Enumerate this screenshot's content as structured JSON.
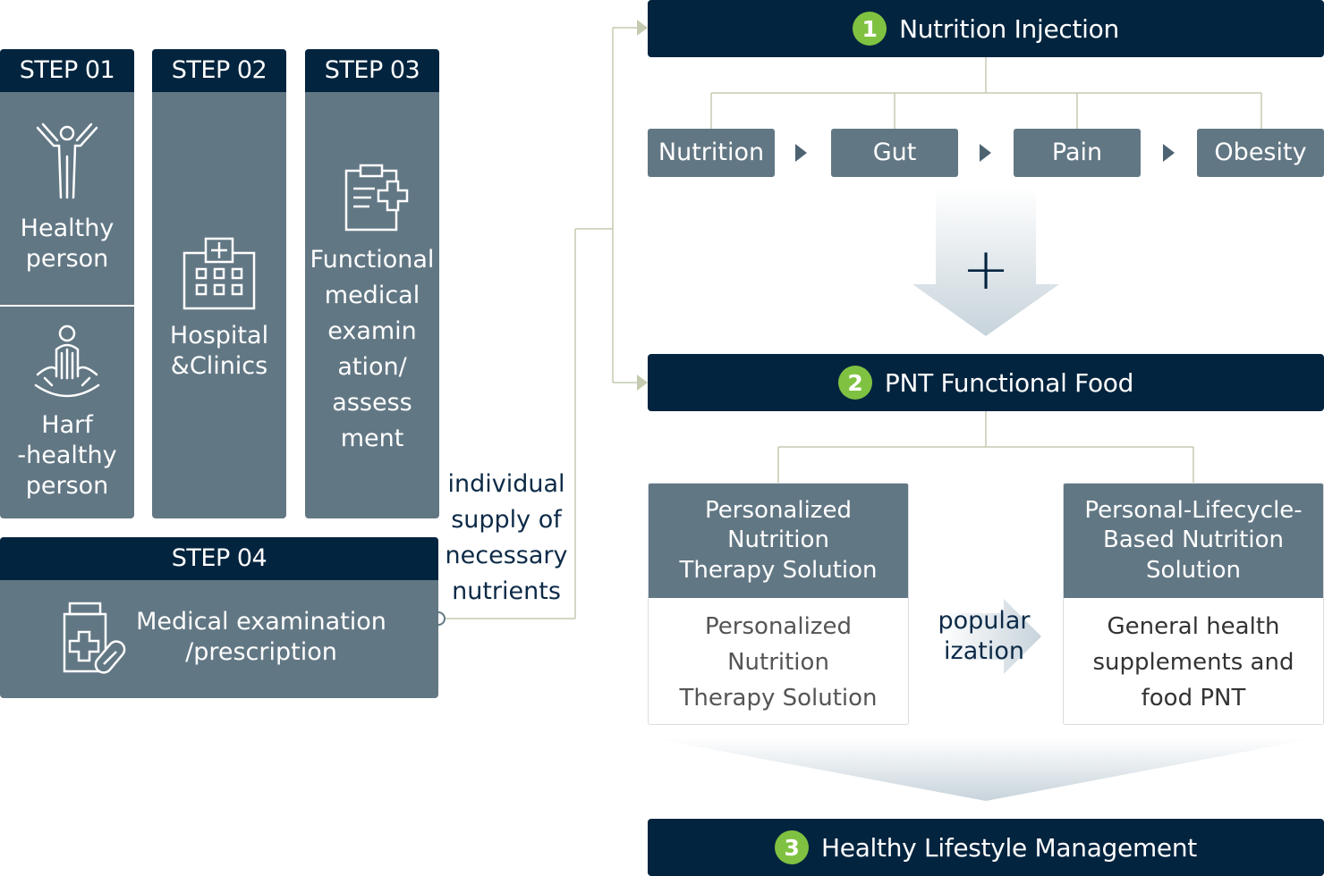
{
  "steps": [
    {
      "header": "STEP 01",
      "items": [
        "Healthy\nperson",
        "Harf\n-healthy\nperson"
      ]
    },
    {
      "header": "STEP 02",
      "items": [
        "Hospital\n&Clinics"
      ]
    },
    {
      "header": "STEP 03",
      "items": [
        "Functional\nmedical\nexamin\nation/\nassess\nment"
      ]
    },
    {
      "header": "STEP 04",
      "items": [
        "Medical examination\n/prescription"
      ]
    }
  ],
  "connector_label": "individual\nsupply of\nnecessary\nnutrients",
  "stage1": {
    "number": "1",
    "title": "Nutrition Injection",
    "items": [
      "Nutrition",
      "Gut",
      "Pain",
      "Obesity"
    ]
  },
  "plus_symbol": "+",
  "stage2": {
    "number": "2",
    "title": "PNT Functional Food",
    "left_card": {
      "title": "Personalized\nNutrition\nTherapy Solution",
      "body": "Personalized\nNutrition\nTherapy Solution"
    },
    "arrow_label": "popular\nization",
    "right_card": {
      "title": "Personal-Lifecycle-\nBased Nutrition\nSolution",
      "body": "General health\nsupplements and\nfood PNT"
    }
  },
  "stage3": {
    "number": "3",
    "title": "Healthy Lifestyle Management"
  },
  "colors": {
    "navy": "#03243f",
    "slate": "#627784",
    "green": "#7fc241",
    "connector": "#b9c2a2"
  },
  "icons": {
    "step01_top": "person-arms-up-icon",
    "step01_bottom": "person-meditating-icon",
    "step02": "hospital-icon",
    "step03": "clipboard-plus-icon",
    "step04": "medicine-bottle-pill-icon"
  }
}
